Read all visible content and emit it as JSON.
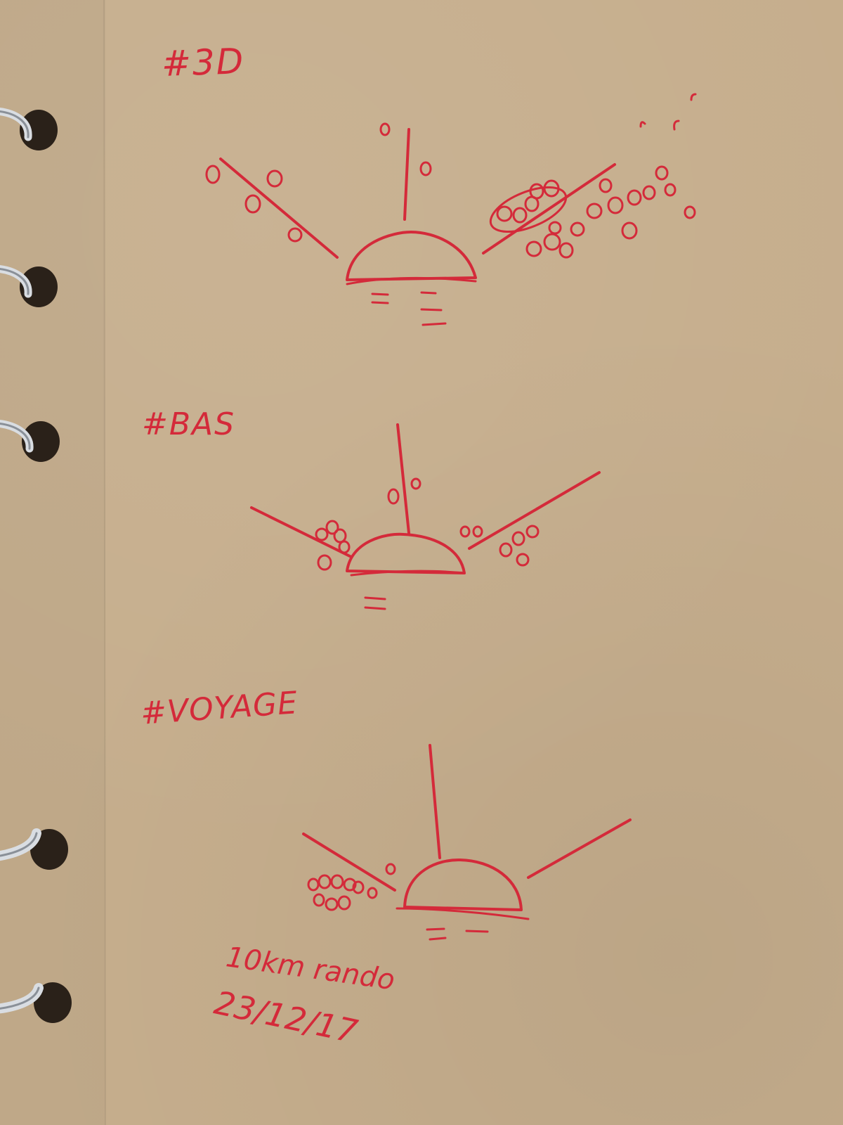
{
  "notebook": {
    "ink_color": "#d42a3a",
    "paper_color": "#c6ae8d",
    "binding": "spiral-rings",
    "ring_count": 5
  },
  "sketches": [
    {
      "id": "3d",
      "heading": "#3D",
      "icons": [
        "dome-icon",
        "ray-lines",
        "droplet-particles"
      ]
    },
    {
      "id": "bas",
      "heading": "#BAS",
      "icons": [
        "dome-icon",
        "ray-lines",
        "droplet-particles"
      ]
    },
    {
      "id": "voyage",
      "heading": "#VOYAGE",
      "icons": [
        "dome-icon",
        "ray-lines",
        "droplet-particles"
      ]
    }
  ],
  "note": {
    "line1": "10km rando",
    "line2": "23/12/17"
  }
}
